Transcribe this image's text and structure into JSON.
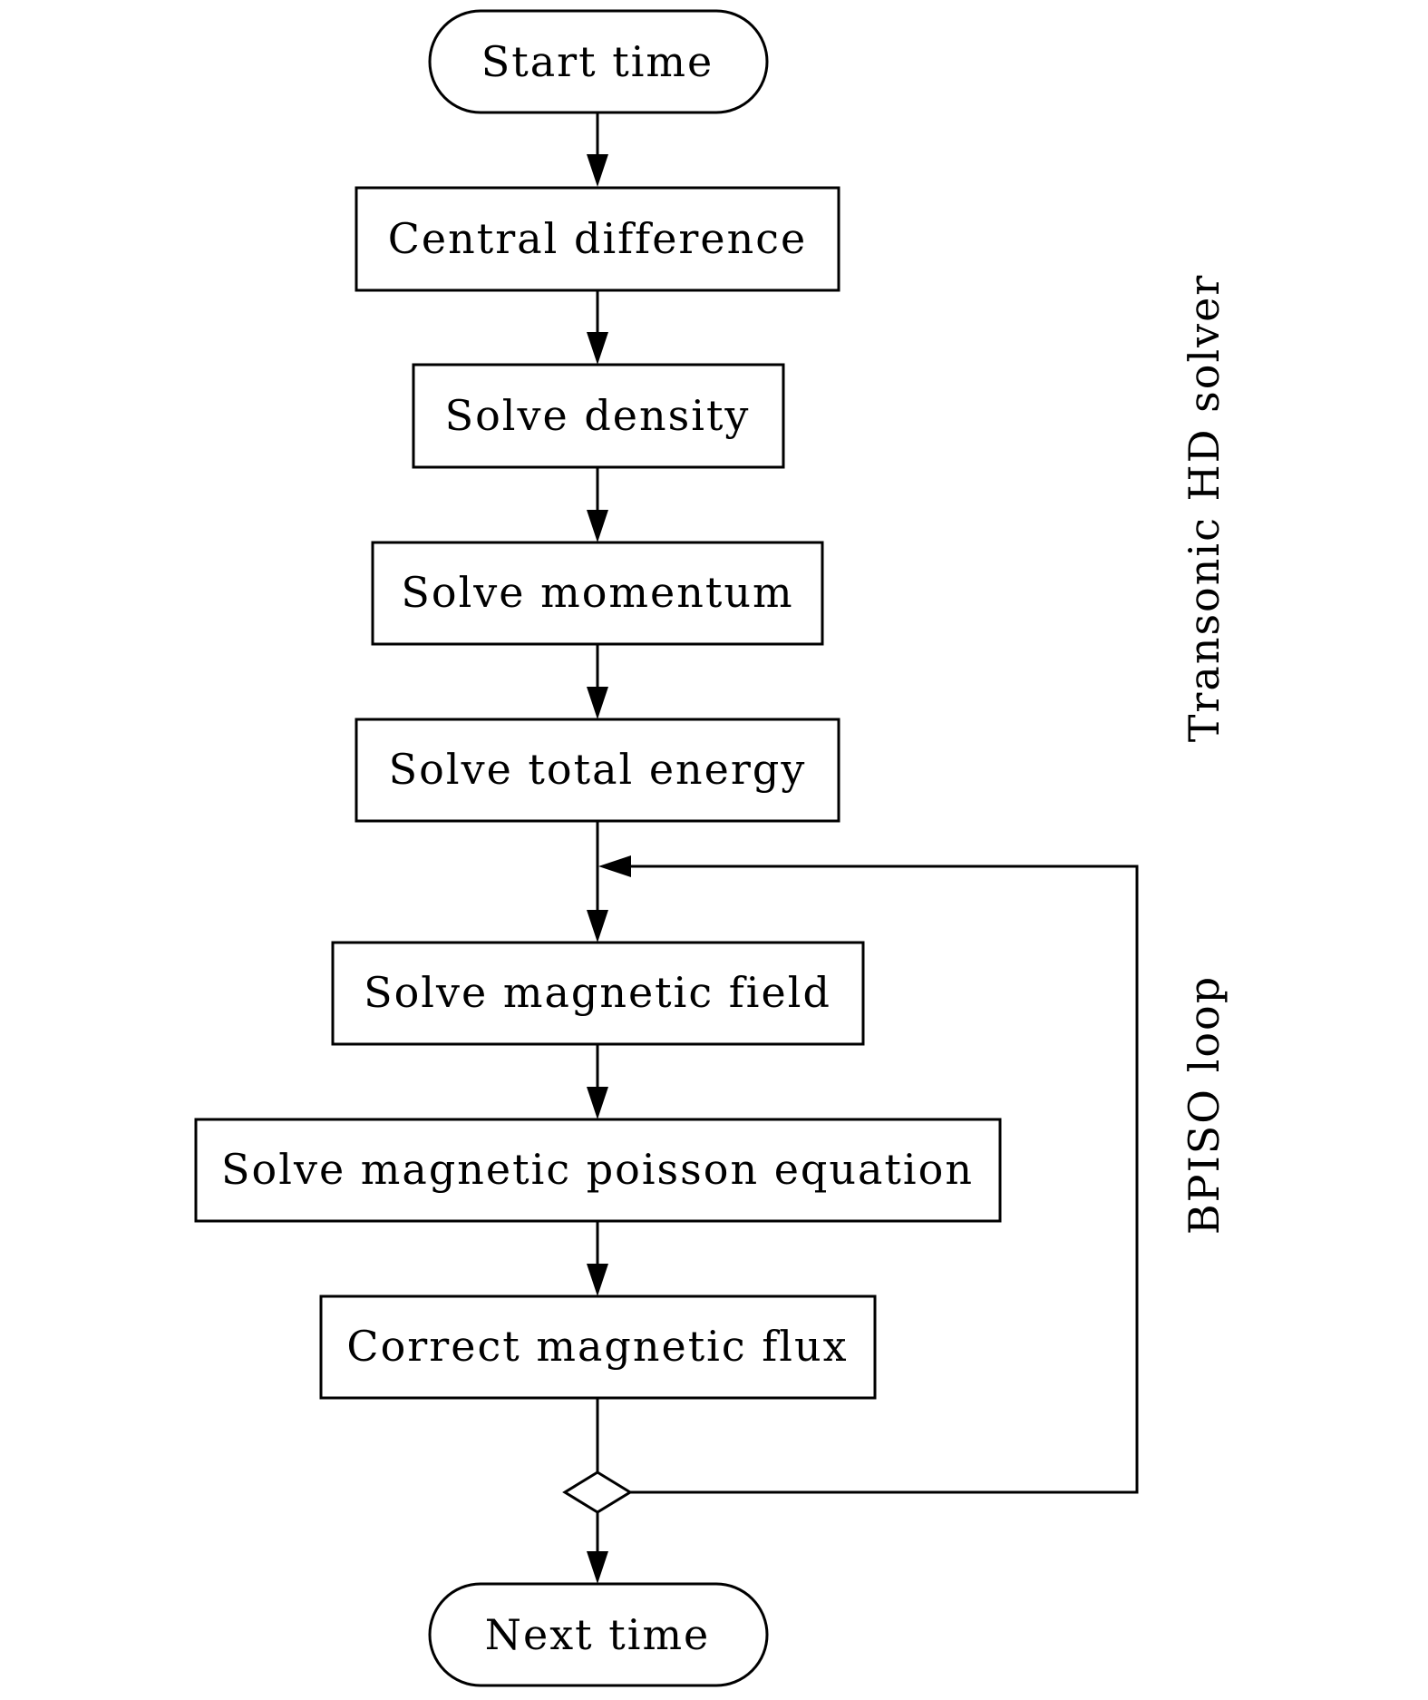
{
  "diagram": {
    "nodes": [
      {
        "id": "start",
        "label": "Start time",
        "shape": "terminal"
      },
      {
        "id": "central",
        "label": "Central difference",
        "shape": "process"
      },
      {
        "id": "density",
        "label": "Solve density",
        "shape": "process"
      },
      {
        "id": "momentum",
        "label": "Solve momentum",
        "shape": "process"
      },
      {
        "id": "energy",
        "label": "Solve total energy",
        "shape": "process"
      },
      {
        "id": "magfield",
        "label": "Solve magnetic field",
        "shape": "process"
      },
      {
        "id": "poisson",
        "label": "Solve magnetic poisson equation",
        "shape": "process"
      },
      {
        "id": "flux",
        "label": "Correct magnetic flux",
        "shape": "process"
      },
      {
        "id": "decision",
        "label": "",
        "shape": "decision"
      },
      {
        "id": "next",
        "label": "Next time",
        "shape": "terminal"
      }
    ],
    "edges": [
      {
        "from": "start",
        "to": "central"
      },
      {
        "from": "central",
        "to": "density"
      },
      {
        "from": "density",
        "to": "momentum"
      },
      {
        "from": "momentum",
        "to": "energy"
      },
      {
        "from": "energy",
        "to": "magfield"
      },
      {
        "from": "magfield",
        "to": "poisson"
      },
      {
        "from": "poisson",
        "to": "flux"
      },
      {
        "from": "flux",
        "to": "decision"
      },
      {
        "from": "decision",
        "to": "next"
      },
      {
        "from": "decision",
        "to": "magfield",
        "type": "loop-back"
      }
    ],
    "groups": [
      {
        "id": "hd",
        "label": "Transonic HD solver"
      },
      {
        "id": "bpiso",
        "label": "BPISO loop"
      }
    ]
  }
}
